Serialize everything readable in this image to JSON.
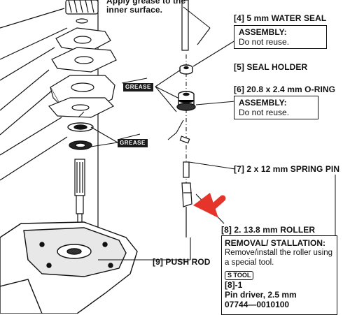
{
  "top_note": {
    "line1": "Apply grease to the",
    "line2": "inner surface."
  },
  "callouts": {
    "water_seal": "[4] 5 mm WATER SEAL",
    "seal_holder": "[5] SEAL HOLDER",
    "o_ring": "[6] 20.8 x 2.4 mm O-RING",
    "spring_pin": "[7] 2 x 12 mm SPRING PIN",
    "roller": "[8] 2.  13.8 mm ROLLER",
    "push_rod": "[9] PUSH ROD"
  },
  "assembly_box_1": {
    "heading": "ASSEMBLY:",
    "text": "Do not reuse."
  },
  "assembly_box_2": {
    "heading": "ASSEMBLY:",
    "text": "Do not reuse."
  },
  "removal_box": {
    "heading": "REMOVAL/  STALLATION:",
    "line1": "Remove/install the roller using",
    "line2": "a special tool.",
    "tool_tag": "S TOOL",
    "ref": "[8]-1",
    "tool_name": "Pin driver, 2.5 mm",
    "part_no": "07744—0010100"
  },
  "grease_labels": {
    "upper": "GREASE",
    "lower": "GREASE"
  },
  "colors": {
    "arrow": "#e5352b",
    "ink": "#111111"
  }
}
